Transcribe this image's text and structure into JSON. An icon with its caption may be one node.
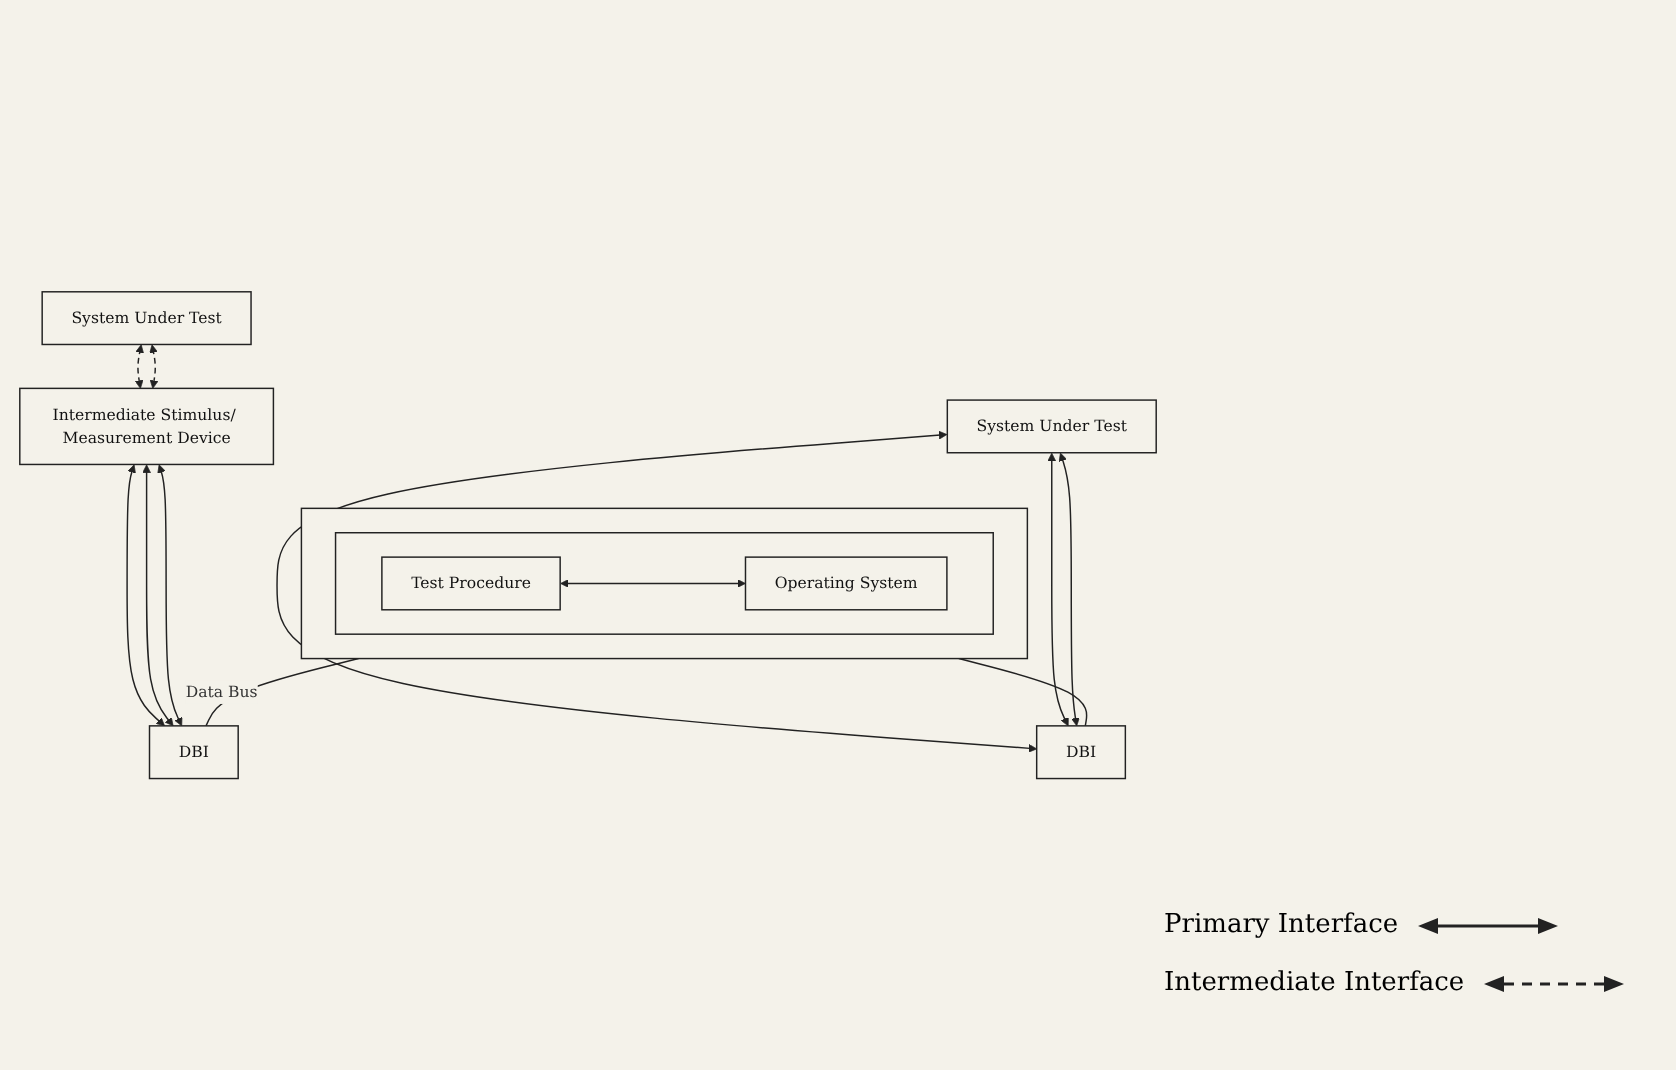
{
  "diagram": {
    "nodes": [
      {
        "text": [],
        "shape": "box"
      },
      {
        "text": [],
        "shape": "box",
        "in": 0
      },
      {
        "text": [
          "Test Procedure"
        ],
        "in": 1
      },
      {
        "text": [
          "Operating System"
        ],
        "in": 1
      },
      {
        "text": [
          "System Under Test"
        ]
      },
      {
        "text": [
          "DBI"
        ]
      },
      {
        "text": [
          "System Under Test"
        ]
      },
      {
        "text": [
          "Intermediate Stimulus/ Measurement Device"
        ]
      },
      {
        "text": [
          "DBI"
        ]
      }
    ],
    "edges": [
      {
        "from": 2,
        "to": 3,
        "arrow": "both"
      },
      {
        "from": 4,
        "to": 5,
        "arrow": "both"
      },
      {
        "from": 4,
        "to": 5,
        "arrow": "both"
      },
      {
        "from": 4,
        "to": 5,
        "arrow": "both"
      },
      {
        "from": 6,
        "to": 7,
        "arrow": "both",
        "style": "dashed"
      },
      {
        "from": 6,
        "to": 7,
        "arrow": "both",
        "style": "dashed"
      },
      {
        "from": 7,
        "to": 8,
        "arrow": "both"
      },
      {
        "from": 7,
        "to": 8,
        "arrow": "both"
      },
      {
        "from": 7,
        "to": 8,
        "arrow": "both"
      },
      {
        "from": 0,
        "to": 5,
        "arrow": "none"
      },
      {
        "from": 0,
        "to": 8,
        "arrow": "none",
        "label": "Data Bus"
      }
    ],
    "legend": [
      {
        "text": "Primary Interface"
      },
      {
        "text": "Intermediate Interface"
      }
    ]
  }
}
